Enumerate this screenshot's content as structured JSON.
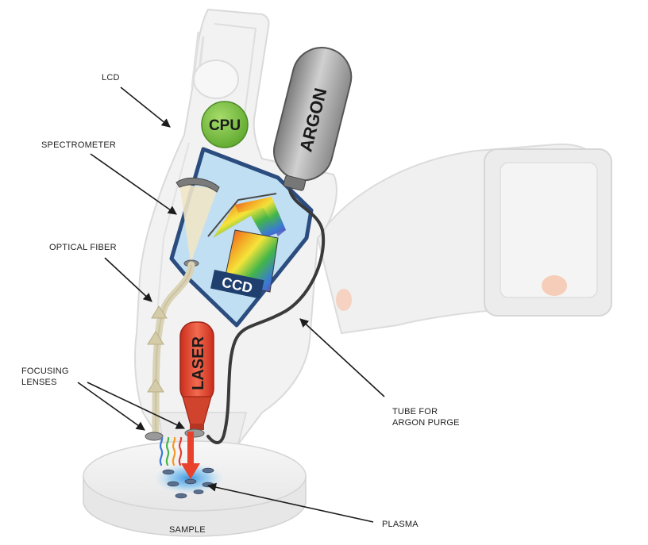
{
  "labels": {
    "lcd": "LCD",
    "spectrometer": "SPECTROMETER",
    "optical_fiber": "OPTICAL FIBER",
    "focusing_lenses_line1": "FOCUSING",
    "focusing_lenses_line2": "LENSES",
    "tube_line1": "TUBE FOR",
    "tube_line2": "ARGON PURGE",
    "plasma": "PLASMA",
    "sample": "SAMPLE"
  },
  "components": {
    "cpu": "CPU",
    "argon": "ARGON",
    "laser": "LASER",
    "ccd": "CCD"
  },
  "colors": {
    "cpu_green": "#7cc142",
    "spectrometer_blue": "#b9dcf3",
    "outline_navy": "#2b4c7e",
    "laser_red": "#e8412c",
    "argon_gray": "#9c9c9c",
    "housing_gray": "#eeeeee",
    "fiber_tan": "#d9d2b4",
    "plasma_blue": "#4aa8e8"
  }
}
